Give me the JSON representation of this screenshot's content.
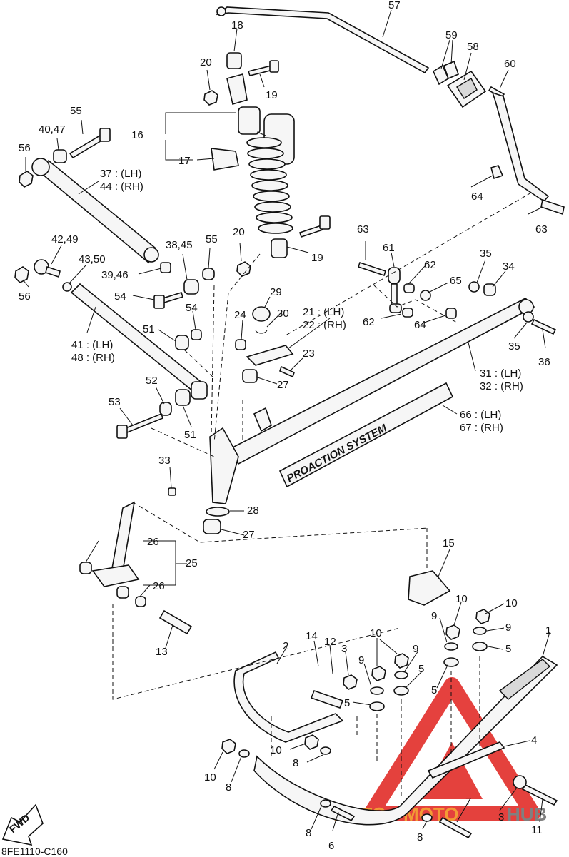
{
  "diagram": {
    "callouts": {
      "c1": "1",
      "c2": "2",
      "c3a": "3",
      "c3b": "3",
      "c4": "4",
      "c5a": "5",
      "c5b": "5",
      "c5c": "5",
      "c5d": "5",
      "c6": "6",
      "c7": "7",
      "c8a": "8",
      "c8b": "8",
      "c8c": "8",
      "c8d": "8",
      "c9a": "9",
      "c9b": "9",
      "c9c": "9",
      "c9d": "9",
      "c10a": "10",
      "c10b": "10",
      "c10c": "10",
      "c10d": "10",
      "c10e": "10",
      "c11": "11",
      "c12": "12",
      "c13": "13",
      "c14": "14",
      "c15": "15",
      "c16": "16",
      "c17": "17",
      "c18": "18",
      "c19a": "19",
      "c19b": "19",
      "c20a": "20",
      "c20b": "20",
      "c21_22a": "21 : (LH)",
      "c21_22b": "22 : (RH)",
      "c23": "23",
      "c24": "24",
      "c25": "25",
      "c26a": "26",
      "c26b": "26",
      "c27a": "27",
      "c27b": "27",
      "c28": "28",
      "c29": "29",
      "c30": "30",
      "c31_32a": "31 : (LH)",
      "c31_32b": "32 : (RH)",
      "c33": "33",
      "c34": "34",
      "c35a": "35",
      "c35b": "35",
      "c36": "36",
      "c37_44a": "37 : (LH)",
      "c37_44b": "44 : (RH)",
      "c38_45": "38,45",
      "c39_46": "39,46",
      "c40_47": "40,47",
      "c41_48a": "41 : (LH)",
      "c41_48b": "48 : (RH)",
      "c42_49": "42,49",
      "c43_50": "43,50",
      "c51a": "51",
      "c51b": "51",
      "c52": "52",
      "c53": "53",
      "c54a": "54",
      "c54b": "54",
      "c55a": "55",
      "c55b": "55",
      "c56a": "56",
      "c56b": "56",
      "c57": "57",
      "c58": "58",
      "c59": "59",
      "c60": "60",
      "c61": "61",
      "c62a": "62",
      "c62b": "62",
      "c63a": "63",
      "c63b": "63",
      "c64a": "64",
      "c64b": "64",
      "c65": "65",
      "c66_67a": "66 : (LH)",
      "c66_67b": "67 : (RH)"
    },
    "decal_text": "PROACTION SYSTEM",
    "fwd_label": "FWD",
    "drawing_code": "8FE1110-C160",
    "watermark": {
      "part1": "AUTO",
      "part2": "MOTO",
      "part3": "HUB",
      "color_red": "#e0201c",
      "color_orange": "#f08a12",
      "color_gray": "#6b6b6b"
    }
  }
}
